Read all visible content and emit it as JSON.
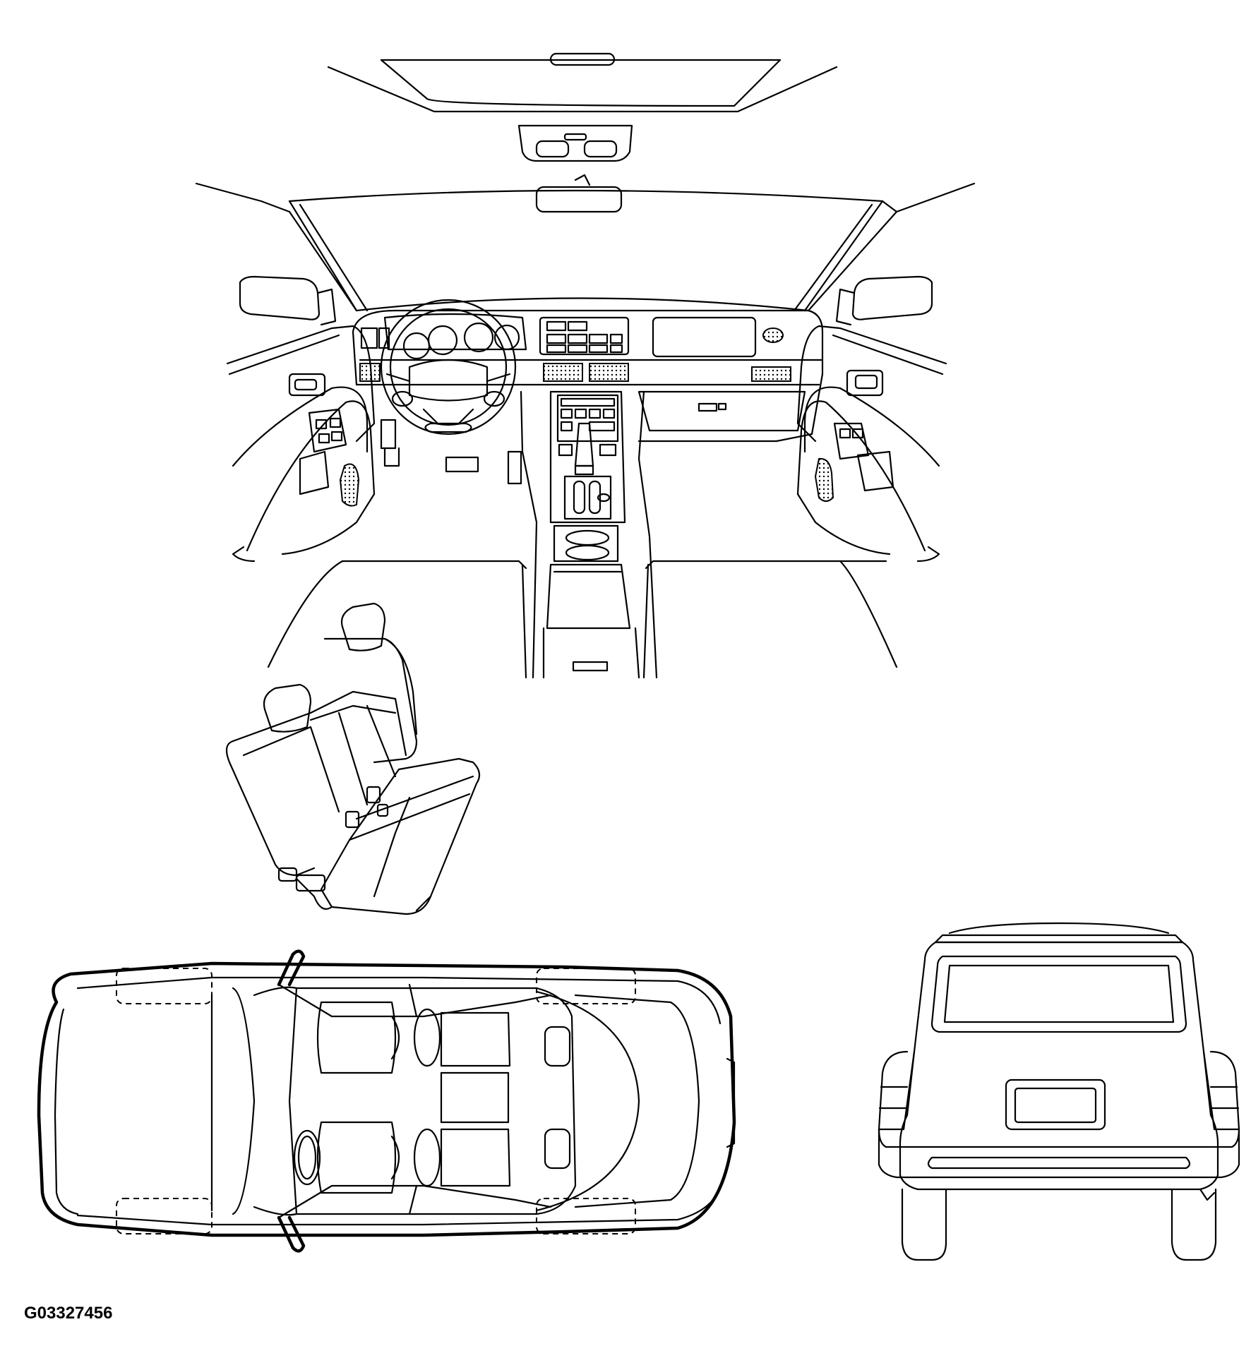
{
  "figure": {
    "id_label": "G03327456"
  },
  "views": [
    {
      "name": "interior-dashboard-view"
    },
    {
      "name": "rear-seat-view"
    },
    {
      "name": "top-plan-view"
    },
    {
      "name": "rear-exterior-view"
    }
  ],
  "colors": {
    "line": "#000000",
    "background": "#ffffff"
  }
}
